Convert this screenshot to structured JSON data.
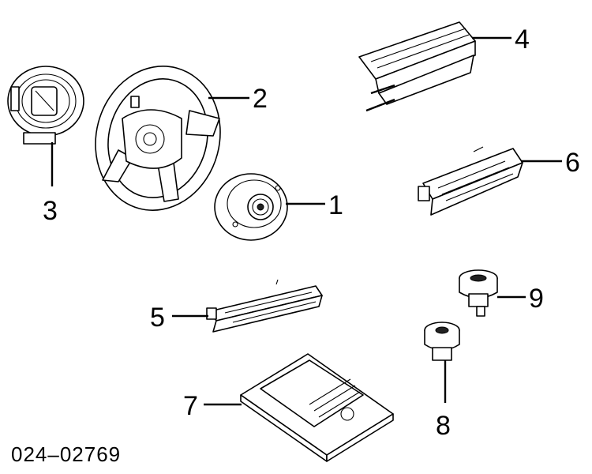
{
  "diagram": {
    "callouts": [
      {
        "id": "1",
        "label": "1"
      },
      {
        "id": "2",
        "label": "2"
      },
      {
        "id": "3",
        "label": "3"
      },
      {
        "id": "4",
        "label": "4"
      },
      {
        "id": "5",
        "label": "5"
      },
      {
        "id": "6",
        "label": "6"
      },
      {
        "id": "7",
        "label": "7"
      },
      {
        "id": "8",
        "label": "8"
      },
      {
        "id": "9",
        "label": "9"
      }
    ],
    "figure_code": "024–02769"
  },
  "colors": {
    "ink": "#000000",
    "background": "#ffffff"
  }
}
